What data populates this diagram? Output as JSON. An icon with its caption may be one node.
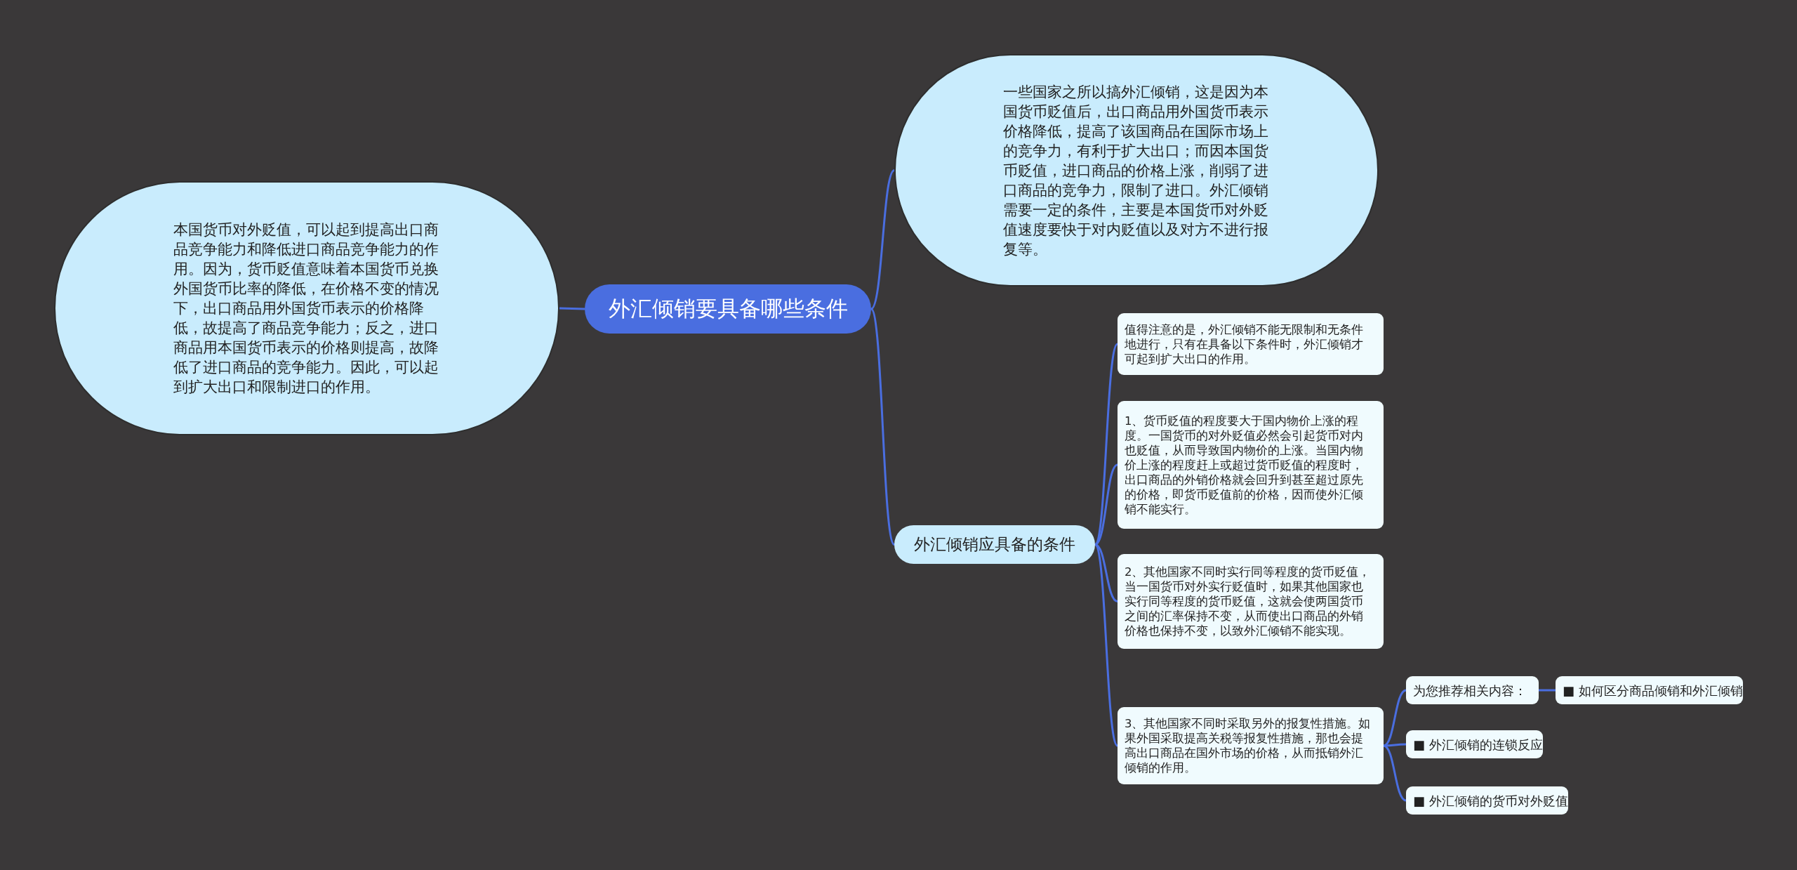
{
  "diagram": {
    "nodes": [
      {
        "text": [
          "外汇倾销要具备哪些条件"
        ]
      },
      {
        "text": [
          "本国货币对外贬值，可以起到提高出口商品竞争能力和降低进口商品竞争能力的作用。因为，货币贬值意味着本国货币兑换外国货币比率的降低，在价格不变的情况下，出口商品用外国货币表示的价格降低，故提高了商品竞争能力；反之，进口商品用本国货币表示的价格则提高，故降低了进口商品的竞争能力。因此，可以起到扩大出口和限制进口的作用。"
        ]
      },
      {
        "text": [
          "一些国家之所以搞外汇倾销，这是因为本国货币贬值后，出口商品用外国货币表示价格降低，提高了该国商品在国际市场上的竞争力，有利于扩大出口；而因本国货币贬值，进口商品的价格上涨，削弱了进口商品的竞争力，限制了进口。外汇倾销需要一定的条件，主要是本国货币对外贬值速度要快于对内贬值以及对方不进行报复等。"
        ]
      },
      {
        "text": [
          "外汇倾销应具备的条件"
        ]
      },
      {
        "text": [
          "值得注意的是，外汇倾销不能无限制和无条件地进行，只有在具备以下条件时，外汇倾销才可起到扩大出口的作用。"
        ]
      },
      {
        "text": [
          "1、货币贬值的程度要大于国内物价上涨的程度。一国货币的对外贬值必然会引起货币对内也贬值，从而导致国内物价的上涨。当国内物价上涨的程度赶上或超过货币贬值的程度时，出口商品的外销价格就会回升到甚至超过原先的价格，即货币贬值前的价格，因而使外汇倾销不能实行。"
        ]
      },
      {
        "text": [
          "2、其他国家不同时实行同等程度的货币贬值，当一国货币对外实行贬值时，如果其他国家也实行同等程度的货币贬值，这就会使两国货币之间的汇率保持不变，从而使出口商品的外销价格也保持不变，以致外汇倾销不能实现。"
        ]
      },
      {
        "text": [
          "3、其他国家不同时采取另外的报复性措施。如果外国采取提高关税等报复性措施，那也会提高出口商品在国外市场的价格，从而抵销外汇倾销的作用。"
        ]
      },
      {
        "text": [
          "为您推荐相关内容："
        ]
      },
      {
        "text": [
          "■ 如何区分商品倾销和外汇倾销"
        ]
      },
      {
        "text": [
          "■ 外汇倾销的连锁反应"
        ]
      },
      {
        "text": [
          "■ 外汇倾销的货币对外贬值"
        ]
      }
    ],
    "edges": [
      {
        "from": 0,
        "to": 1,
        "arrow": "none"
      },
      {
        "from": 0,
        "to": 2,
        "arrow": "none"
      },
      {
        "from": 0,
        "to": 3,
        "arrow": "none"
      },
      {
        "from": 3,
        "to": 4,
        "arrow": "none"
      },
      {
        "from": 3,
        "to": 5,
        "arrow": "none"
      },
      {
        "from": 3,
        "to": 6,
        "arrow": "none"
      },
      {
        "from": 3,
        "to": 7,
        "arrow": "none"
      },
      {
        "from": 7,
        "to": 8,
        "arrow": "none"
      },
      {
        "from": 8,
        "to": 9,
        "arrow": "none"
      },
      {
        "from": 7,
        "to": 10,
        "arrow": "none"
      },
      {
        "from": 7,
        "to": 11,
        "arrow": "none"
      }
    ]
  }
}
